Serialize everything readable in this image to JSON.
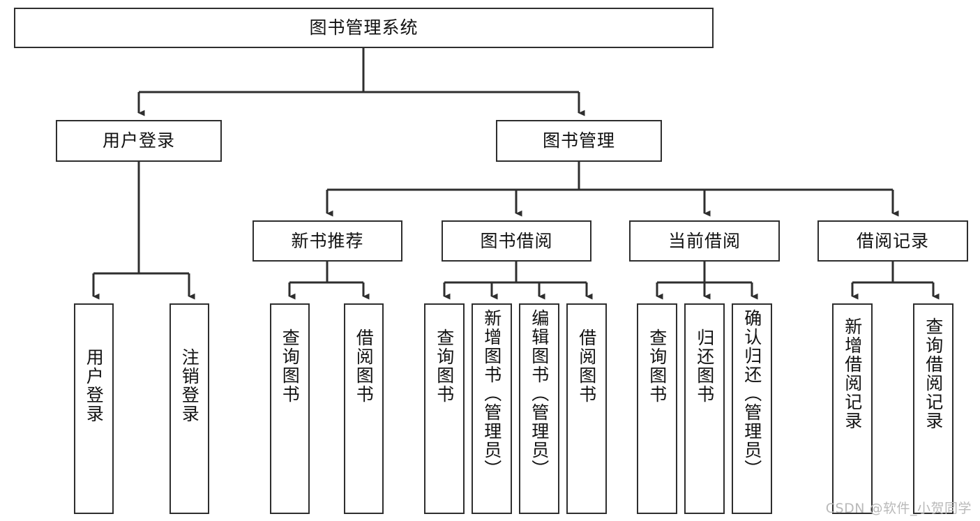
{
  "diagram": {
    "type": "tree",
    "title": "图书管理系统",
    "watermark": "CSDN @软件_小贺同学",
    "colors": {
      "stroke": "#2e2e2e",
      "fill": "#ffffff",
      "text": "#111111",
      "watermark": "#b9b9b9"
    },
    "root": {
      "label": "图书管理系统"
    },
    "level1": [
      {
        "label": "用户登录"
      },
      {
        "label": "图书管理"
      }
    ],
    "level2": [
      {
        "label": "新书推荐"
      },
      {
        "label": "图书借阅"
      },
      {
        "label": "当前借阅"
      },
      {
        "label": "借阅记录"
      }
    ],
    "leaves": {
      "user_login": [
        {
          "label": "用户登录"
        },
        {
          "label": "注销登录"
        }
      ],
      "new_book_recommend": [
        {
          "label": "查询图书"
        },
        {
          "label": "借阅图书"
        }
      ],
      "book_borrow": [
        {
          "label": "查询图书"
        },
        {
          "label": "新增图书（管理员）"
        },
        {
          "label": "编辑图书（管理员）"
        },
        {
          "label": "借阅图书"
        }
      ],
      "current_borrow": [
        {
          "label": "查询图书"
        },
        {
          "label": "归还图书"
        },
        {
          "label": "确认归还（管理员）"
        }
      ],
      "borrow_records": [
        {
          "label": "新增借阅记录"
        },
        {
          "label": "查询借阅记录"
        }
      ]
    }
  }
}
